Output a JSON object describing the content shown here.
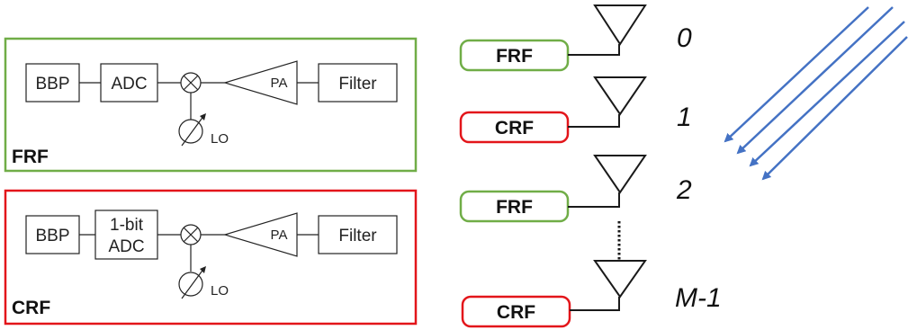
{
  "colors": {
    "frf_border": "#70ad47",
    "crf_border": "#e3151a",
    "arrow": "#4472c4",
    "line": "#1a1a1a"
  },
  "frf_chain": {
    "tag": "FRF",
    "bbp": "BBP",
    "adc": "ADC",
    "pa": "PA",
    "filter": "Filter",
    "lo": "LO"
  },
  "crf_chain": {
    "tag": "CRF",
    "bbp": "BBP",
    "adc_line1": "1-bit",
    "adc_line2": "ADC",
    "pa": "PA",
    "filter": "Filter",
    "lo": "LO"
  },
  "array": {
    "elements": [
      {
        "label": "0",
        "rf": "FRF"
      },
      {
        "label": "1",
        "rf": "CRF"
      },
      {
        "label": "2",
        "rf": "FRF"
      },
      {
        "label": "M-1",
        "rf": "CRF"
      }
    ]
  },
  "icons": [
    "mixer-icon",
    "variable-oscillator-icon",
    "amplifier-triangle-icon",
    "antenna-icon",
    "incoming-wave-arrows-icon"
  ]
}
